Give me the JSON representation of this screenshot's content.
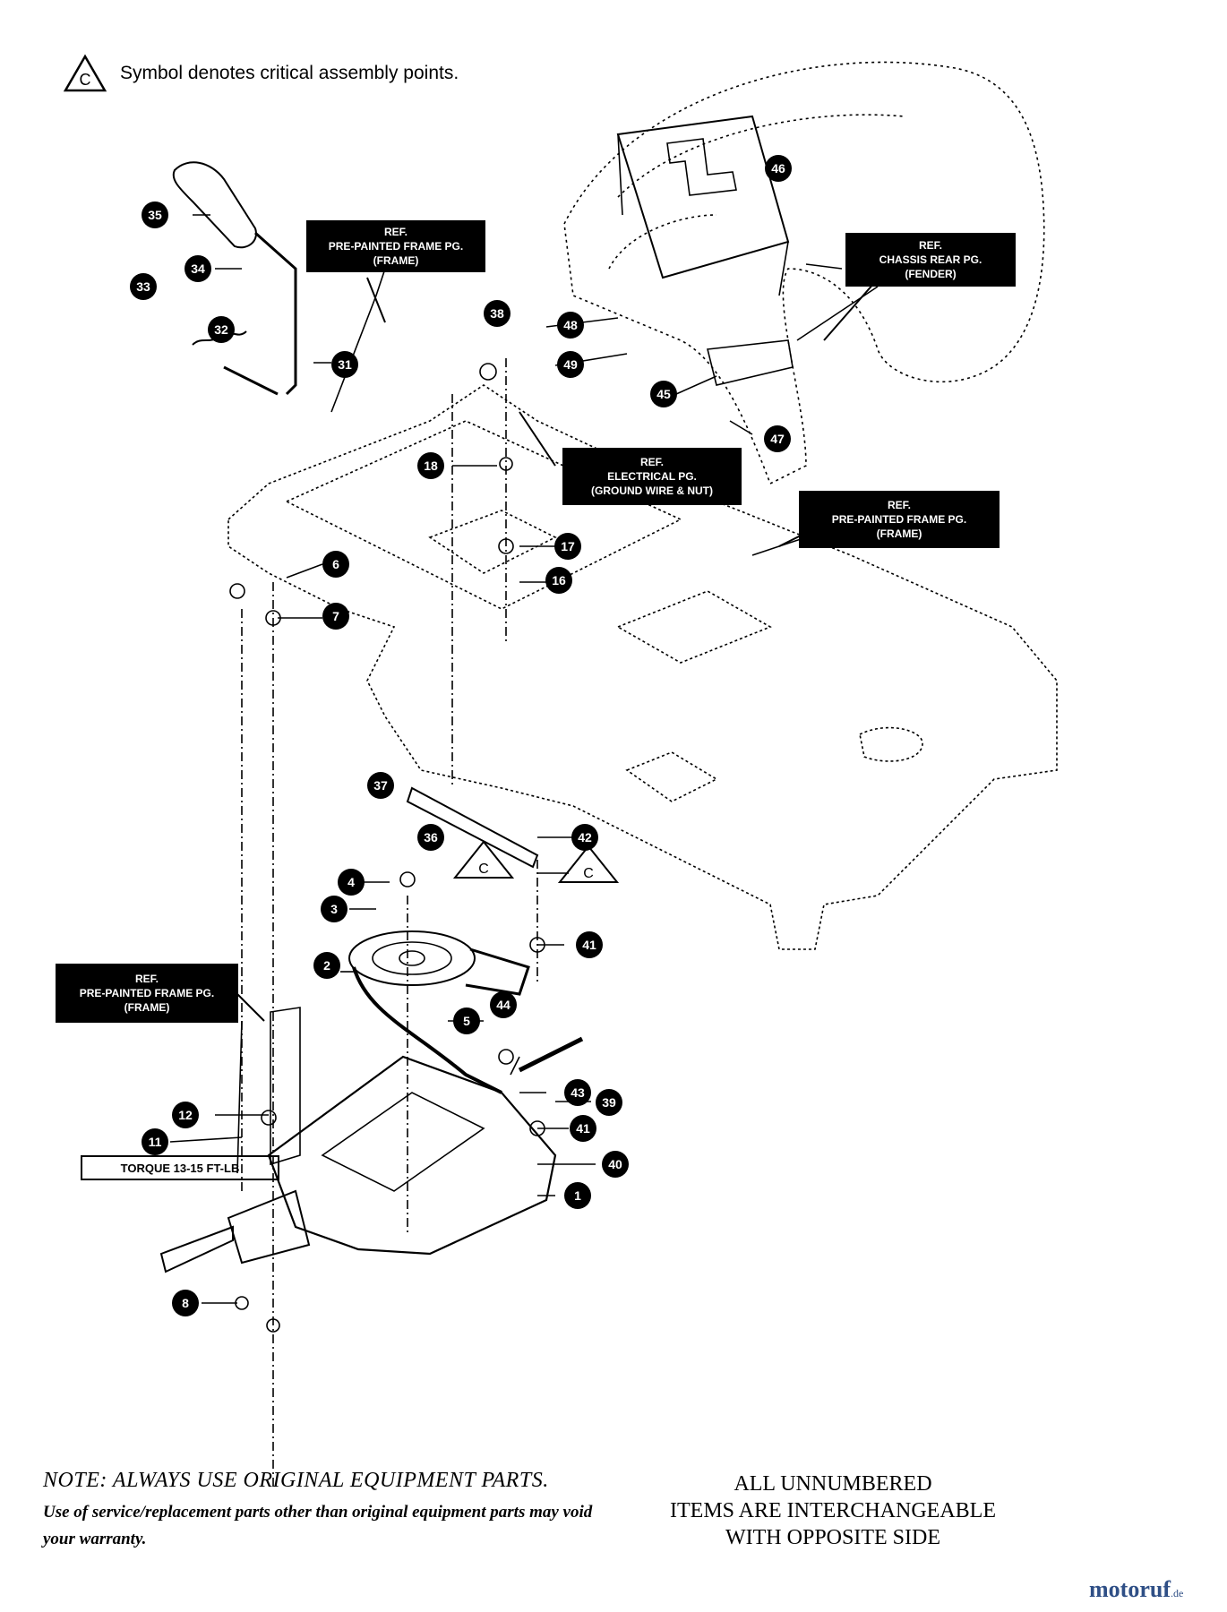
{
  "legend": {
    "symbol_letter": "C",
    "text": "Symbol denotes critical assembly points."
  },
  "ref_boxes": [
    {
      "id": "frame-top",
      "lines": [
        "REF.",
        "PRE-PAINTED FRAME PG.",
        "(FRAME)"
      ]
    },
    {
      "id": "chassis-rear",
      "lines": [
        "REF.",
        "CHASSIS REAR PG.",
        "(FENDER)"
      ]
    },
    {
      "id": "electrical",
      "lines": [
        "REF.",
        "ELECTRICAL PG.",
        "(GROUND WIRE & NUT)"
      ]
    },
    {
      "id": "frame-right",
      "lines": [
        "REF.",
        "PRE-PAINTED FRAME PG.",
        "(FRAME)"
      ]
    },
    {
      "id": "frame-left",
      "lines": [
        "REF.",
        "PRE-PAINTED FRAME PG.",
        "(FRAME)"
      ]
    }
  ],
  "torque_label": "TORQUE 13-15 FT-LB",
  "critical_symbol": "C",
  "callouts": [
    "35",
    "34",
    "33",
    "32",
    "31",
    "38",
    "18",
    "17",
    "16",
    "6",
    "7",
    "46",
    "48",
    "49",
    "45",
    "47",
    "37",
    "36",
    "42",
    "4",
    "3",
    "2",
    "41",
    "5",
    "44",
    "43",
    "39",
    "12",
    "11",
    "40",
    "1",
    "8"
  ],
  "note": {
    "title": "NOTE: ALWAYS USE ORIGINAL EQUIPMENT PARTS.",
    "body": "Use of service/replacement parts other than original equipment parts may void your warranty."
  },
  "side_note": {
    "lines": [
      "ALL UNNUMBERED",
      "ITEMS ARE INTERCHANGEABLE",
      "WITH OPPOSITE SIDE"
    ]
  },
  "watermark": {
    "main": "motoruf",
    "suffix": ".de"
  }
}
